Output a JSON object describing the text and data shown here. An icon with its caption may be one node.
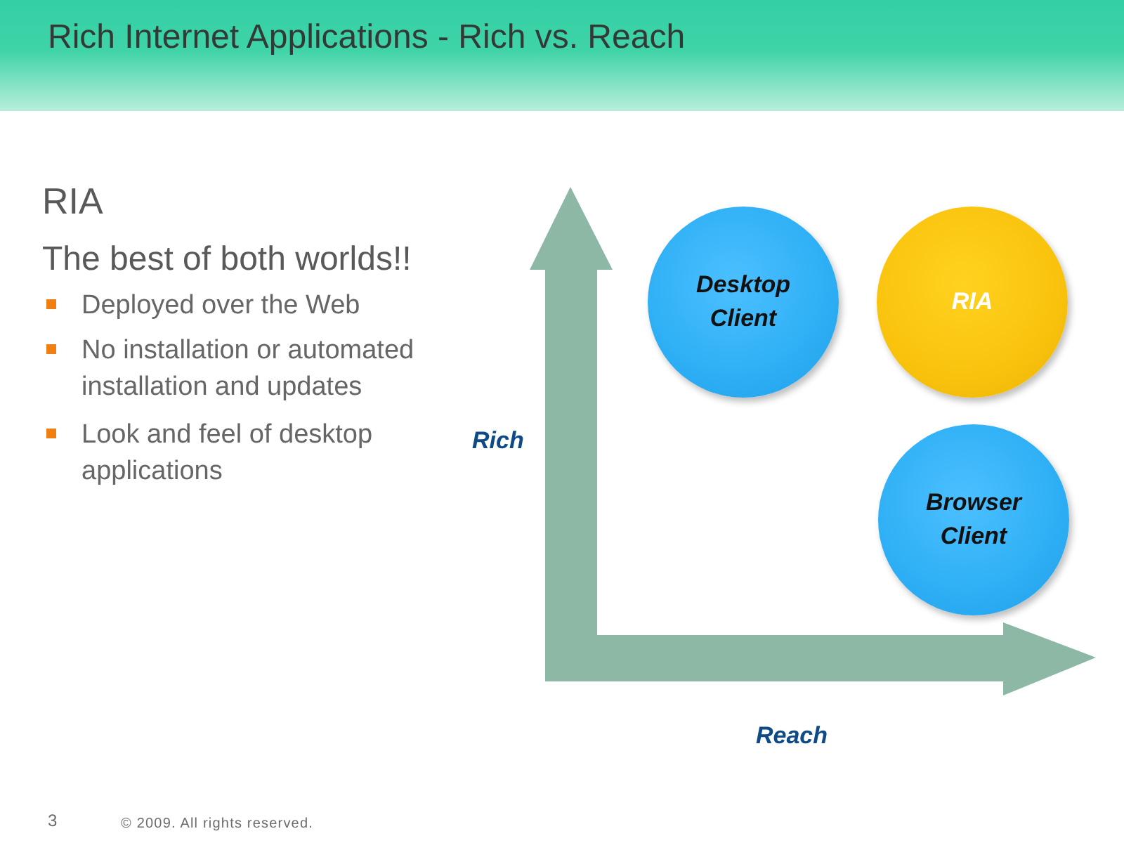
{
  "diagram": {
    "title": "Rich Internet Applications - Rich vs. Reach",
    "nodes": [
      {
        "text": [
          "Desktop Client"
        ]
      },
      {
        "text": [
          "RIA"
        ]
      },
      {
        "text": [
          "Browser Client"
        ]
      }
    ],
    "labels": [
      "RIA",
      "The best of both worlds!!",
      "Deployed over the Web",
      "No installation or automated installation and updates",
      "Look and feel of desktop applications",
      "Rich",
      "Reach",
      "3",
      "© 2009. All rights reserved."
    ]
  }
}
